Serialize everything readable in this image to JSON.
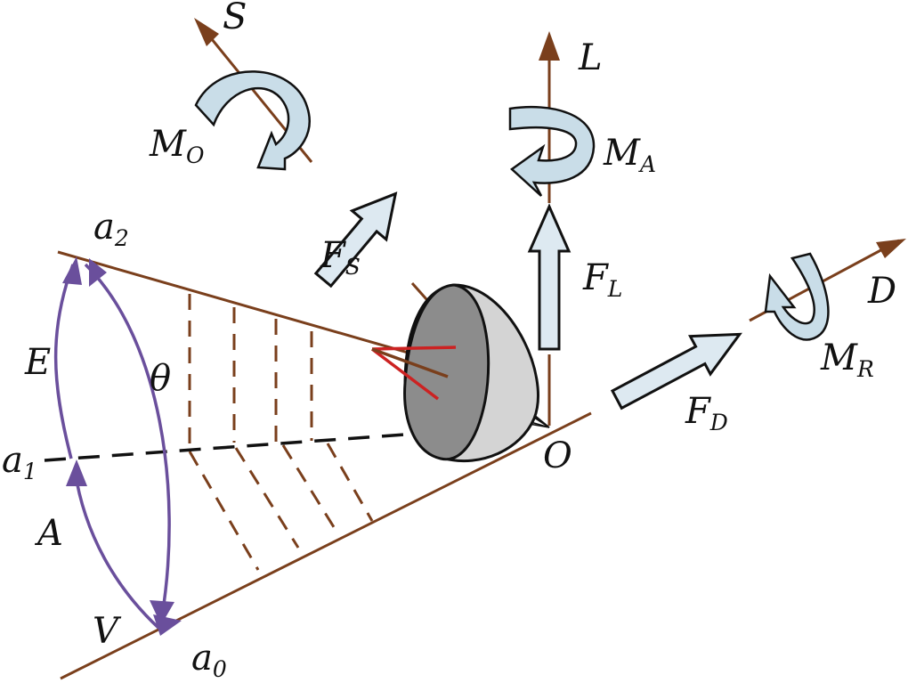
{
  "labels": {
    "S": "S",
    "L": "L",
    "D": "D",
    "O": "O",
    "theta": "θ",
    "E": "E",
    "A": "A",
    "V": "V",
    "MO": {
      "main": "M",
      "sub": "O"
    },
    "MA": {
      "main": "M",
      "sub": "A"
    },
    "MR": {
      "main": "M",
      "sub": "R"
    },
    "FS": {
      "main": "F",
      "sub": "S"
    },
    "FL": {
      "main": "F",
      "sub": "L"
    },
    "FD": {
      "main": "F",
      "sub": "D"
    },
    "a0": {
      "main": "a",
      "sub": "0"
    },
    "a1": {
      "main": "a",
      "sub": "1"
    },
    "a2": {
      "main": "a",
      "sub": "2"
    }
  },
  "colors": {
    "axis": "#7a3f1c",
    "force_fill": "#dde9f1",
    "moment_fill": "#c9dde8",
    "angle_arc": "#6a4f9c",
    "wing_dark": "#8c8c8c",
    "wing_light": "#d4d4d4",
    "tip_lines": "#cc2222",
    "dashed_axis": "#111111"
  },
  "icons": {
    "force_arrow": "hollow-arrow-icon",
    "moment_arrow": "curved-arrow-icon",
    "wing": "half-sphere-wing-icon"
  }
}
